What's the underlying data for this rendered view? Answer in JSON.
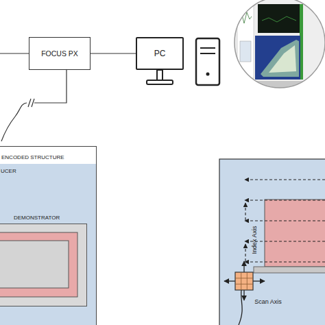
{
  "diagram": {
    "nodes": [
      {
        "text": [
          "FOCUS PX"
        ]
      },
      {
        "text": [
          "PC"
        ]
      },
      {
        "text": [
          "ENCODED STRUCTURE"
        ]
      },
      {
        "text": [
          "UCER"
        ],
        "in": 2
      },
      {
        "text": [
          "DEMONSTRATOR"
        ],
        "in": 3
      }
    ],
    "edges": [
      {
        "from": 0,
        "to": 1,
        "arrow": "none"
      }
    ],
    "labels": [
      "Index Axis",
      "Scan Axis"
    ]
  }
}
